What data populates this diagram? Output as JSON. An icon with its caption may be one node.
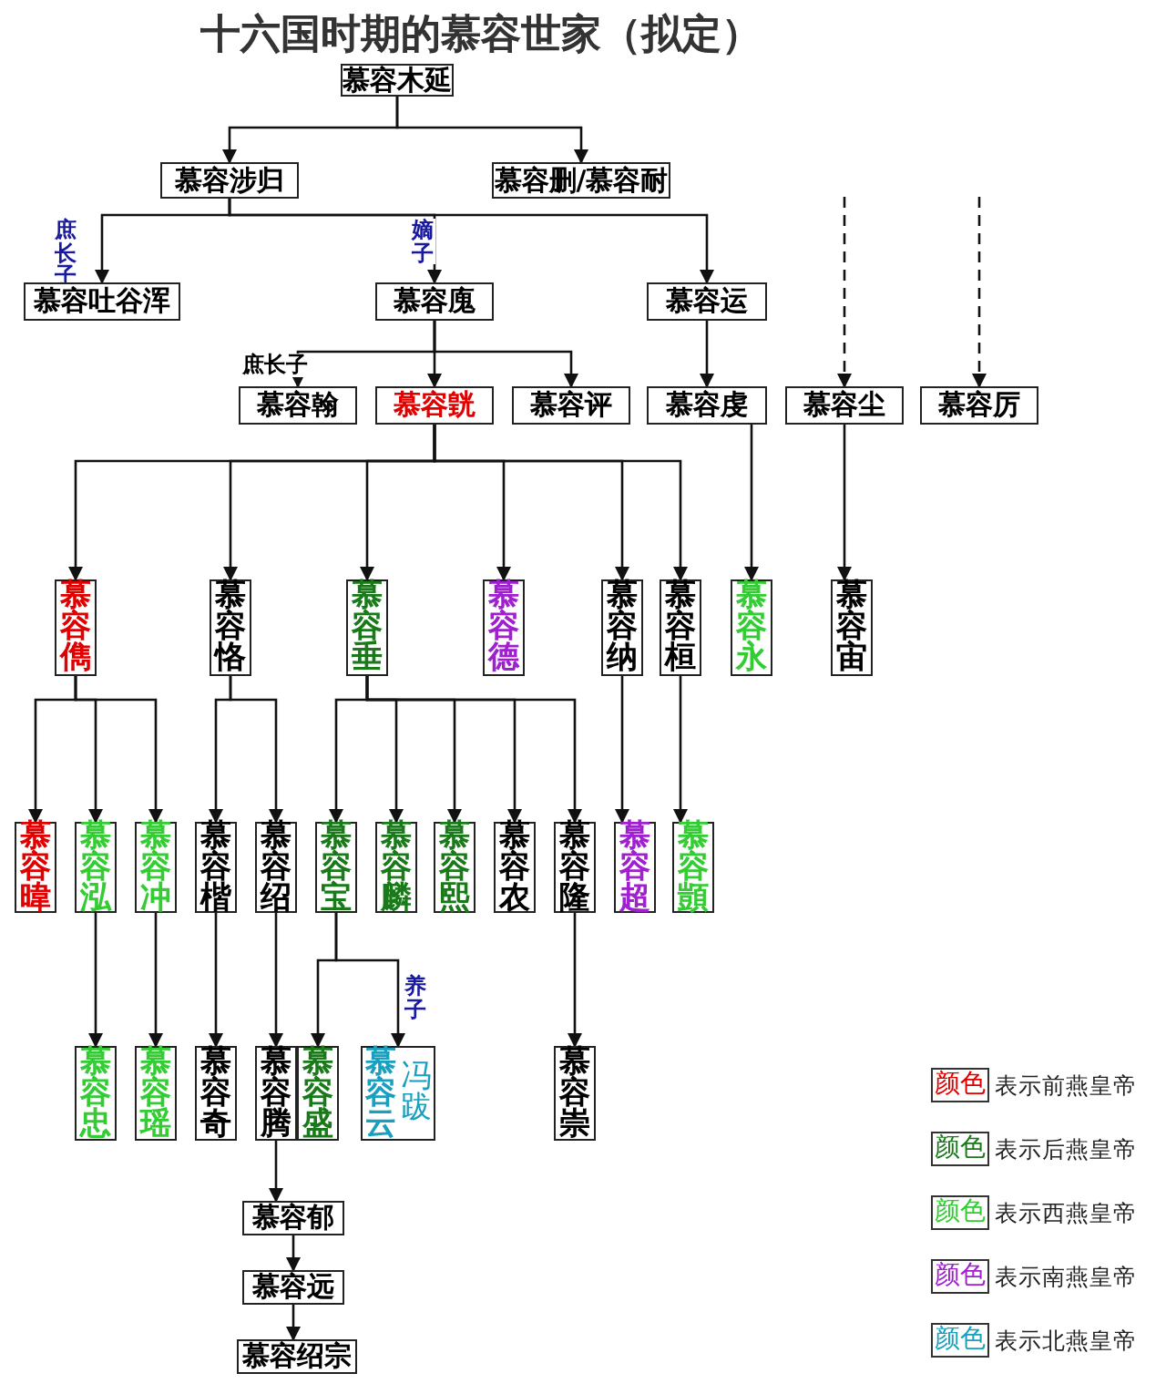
{
  "diagram": {
    "title": "十六国时期的慕容世家（拟定）",
    "nodes": [
      {
        "text": [
          "慕容木延"
        ]
      },
      {
        "text": [
          "慕容涉归"
        ]
      },
      {
        "text": [
          "慕容删/慕容耐"
        ]
      },
      {
        "text": [
          "慕容吐谷浑"
        ]
      },
      {
        "text": [
          "慕容廆"
        ]
      },
      {
        "text": [
          "慕容运"
        ]
      },
      {
        "text": [
          "慕容翰"
        ]
      },
      {
        "text": [
          "慕容皝"
        ]
      },
      {
        "text": [
          "慕容评"
        ]
      },
      {
        "text": [
          "慕容虔"
        ]
      },
      {
        "text": [
          "慕容尘"
        ]
      },
      {
        "text": [
          "慕容厉"
        ]
      },
      {
        "text": [
          "慕容儁"
        ]
      },
      {
        "text": [
          "慕容恪"
        ]
      },
      {
        "text": [
          "慕容垂"
        ]
      },
      {
        "text": [
          "慕容德"
        ]
      },
      {
        "text": [
          "慕容纳"
        ]
      },
      {
        "text": [
          "慕容桓"
        ]
      },
      {
        "text": [
          "慕容永"
        ]
      },
      {
        "text": [
          "慕容宙"
        ]
      },
      {
        "text": [
          "慕容暐"
        ]
      },
      {
        "text": [
          "慕容泓"
        ]
      },
      {
        "text": [
          "慕容冲"
        ]
      },
      {
        "text": [
          "慕容楷"
        ]
      },
      {
        "text": [
          "慕容绍"
        ]
      },
      {
        "text": [
          "慕容宝"
        ]
      },
      {
        "text": [
          "慕容麟"
        ]
      },
      {
        "text": [
          "慕容熙"
        ]
      },
      {
        "text": [
          "慕容农"
        ]
      },
      {
        "text": [
          "慕容隆"
        ]
      },
      {
        "text": [
          "慕容超"
        ]
      },
      {
        "text": [
          "慕容顗"
        ]
      },
      {
        "text": [
          "慕容忠"
        ]
      },
      {
        "text": [
          "慕容瑶"
        ]
      },
      {
        "text": [
          "慕容奇"
        ]
      },
      {
        "text": [
          "慕容腾"
        ]
      },
      {
        "text": [
          "慕容盛"
        ]
      },
      {
        "text": [
          "慕容云",
          "冯跋"
        ]
      },
      {
        "text": [
          "慕容崇"
        ]
      },
      {
        "text": [
          "慕容郁"
        ]
      },
      {
        "text": [
          "慕容远"
        ]
      },
      {
        "text": [
          "慕容绍宗"
        ]
      }
    ],
    "edges": [
      {
        "from": 0,
        "to": 1,
        "arrow": "to"
      },
      {
        "from": 0,
        "to": 2,
        "arrow": "to"
      },
      {
        "from": 1,
        "to": 3,
        "arrow": "to",
        "label": "庶长子"
      },
      {
        "from": 1,
        "to": 4,
        "arrow": "to",
        "label": "嫡子"
      },
      {
        "from": 1,
        "to": 5,
        "arrow": "to"
      },
      {
        "from": 4,
        "to": 6,
        "arrow": "to",
        "label": "庶长子"
      },
      {
        "from": 4,
        "to": 7,
        "arrow": "to"
      },
      {
        "from": 4,
        "to": 8,
        "arrow": "to"
      },
      {
        "from": 5,
        "to": 9,
        "arrow": "to"
      },
      {
        "from": null,
        "to": 10,
        "arrow": "to",
        "style": "dashed"
      },
      {
        "from": null,
        "to": 11,
        "arrow": "to",
        "style": "dashed"
      },
      {
        "from": 7,
        "to": 12,
        "arrow": "to"
      },
      {
        "from": 7,
        "to": 13,
        "arrow": "to"
      },
      {
        "from": 7,
        "to": 14,
        "arrow": "to"
      },
      {
        "from": 7,
        "to": 15,
        "arrow": "to"
      },
      {
        "from": 7,
        "to": 16,
        "arrow": "to"
      },
      {
        "from": 7,
        "to": 17,
        "arrow": "to"
      },
      {
        "from": 9,
        "to": 18,
        "arrow": "to"
      },
      {
        "from": 10,
        "to": 19,
        "arrow": "to"
      },
      {
        "from": 12,
        "to": 20,
        "arrow": "to"
      },
      {
        "from": 12,
        "to": 21,
        "arrow": "to"
      },
      {
        "from": 12,
        "to": 22,
        "arrow": "to"
      },
      {
        "from": 13,
        "to": 23,
        "arrow": "to"
      },
      {
        "from": 13,
        "to": 24,
        "arrow": "to"
      },
      {
        "from": 14,
        "to": 25,
        "arrow": "to"
      },
      {
        "from": 14,
        "to": 26,
        "arrow": "to"
      },
      {
        "from": 14,
        "to": 27,
        "arrow": "to"
      },
      {
        "from": 14,
        "to": 28,
        "arrow": "to"
      },
      {
        "from": 14,
        "to": 29,
        "arrow": "to"
      },
      {
        "from": 16,
        "to": 30,
        "arrow": "to"
      },
      {
        "from": 17,
        "to": 31,
        "arrow": "to"
      },
      {
        "from": 21,
        "to": 32,
        "arrow": "to"
      },
      {
        "from": 22,
        "to": 33,
        "arrow": "to"
      },
      {
        "from": 23,
        "to": 34,
        "arrow": "to"
      },
      {
        "from": 24,
        "to": 35,
        "arrow": "to"
      },
      {
        "from": 25,
        "to": 36,
        "arrow": "to"
      },
      {
        "from": 25,
        "to": 37,
        "arrow": "to",
        "label": "养子"
      },
      {
        "from": 29,
        "to": 38,
        "arrow": "to"
      },
      {
        "from": 35,
        "to": 39,
        "arrow": "to"
      },
      {
        "from": 39,
        "to": 40,
        "arrow": "to"
      },
      {
        "from": 40,
        "to": 41,
        "arrow": "to"
      }
    ],
    "labels": [
      "颜色",
      "颜色",
      "颜色",
      "颜色",
      "颜色"
    ],
    "legend": [
      {
        "text": "表示前燕皇帝",
        "color": "#e00000"
      },
      {
        "text": "表示后燕皇帝",
        "color": "#1a7a1a"
      },
      {
        "text": "表示西燕皇帝",
        "color": "#33cc33"
      },
      {
        "text": "表示南燕皇帝",
        "color": "#a020d0"
      },
      {
        "text": "表示北燕皇帝",
        "color": "#1a9fbf"
      }
    ]
  }
}
